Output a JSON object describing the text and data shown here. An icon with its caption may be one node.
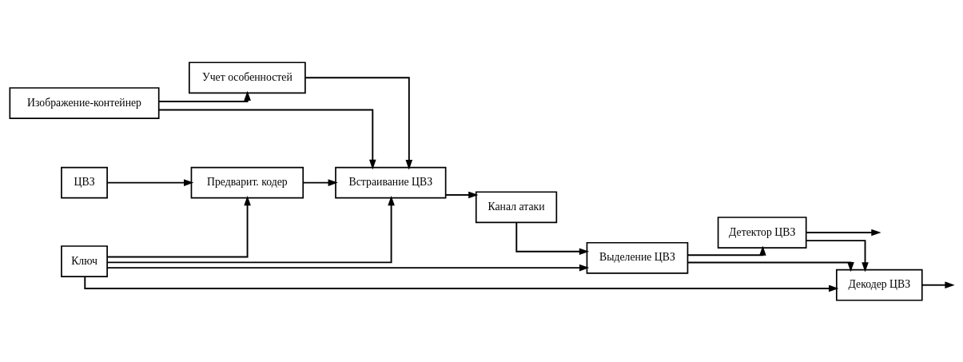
{
  "diagram": {
    "nodes": [
      {
        "text": [
          "Учет особенностей"
        ]
      },
      {
        "text": [
          "Изображение-контейнер"
        ]
      },
      {
        "text": [
          "ЦВЗ"
        ]
      },
      {
        "text": [
          "Предварит. кодер"
        ]
      },
      {
        "text": [
          "Встраивание ЦВЗ"
        ]
      },
      {
        "text": [
          "Канал атаки"
        ]
      },
      {
        "text": [
          "Выделение ЦВЗ"
        ]
      },
      {
        "text": [
          "Детектор ЦВЗ"
        ]
      },
      {
        "text": [
          "Декодер ЦВЗ"
        ]
      },
      {
        "text": [
          "Ключ"
        ]
      }
    ],
    "edges": [
      {
        "from": 1,
        "to": 0,
        "arrow": "to"
      },
      {
        "from": 1,
        "to": 4,
        "arrow": "to"
      },
      {
        "from": 0,
        "to": 4,
        "arrow": "to"
      },
      {
        "from": 2,
        "to": 3,
        "arrow": "to"
      },
      {
        "from": 3,
        "to": 4,
        "arrow": "to"
      },
      {
        "from": 4,
        "to": 5,
        "arrow": "to"
      },
      {
        "from": 5,
        "to": 6,
        "arrow": "to"
      },
      {
        "from": 6,
        "to": 7,
        "arrow": "to"
      },
      {
        "from": 7,
        "to": 8,
        "arrow": "to"
      },
      {
        "from": 6,
        "to": 8,
        "arrow": "to"
      },
      {
        "from": 7,
        "to": null,
        "arrow": "to"
      },
      {
        "from": 8,
        "to": null,
        "arrow": "to"
      },
      {
        "from": 9,
        "to": 3,
        "arrow": "to"
      },
      {
        "from": 9,
        "to": 4,
        "arrow": "to"
      },
      {
        "from": 9,
        "to": 6,
        "arrow": "to"
      },
      {
        "from": 9,
        "to": 8,
        "arrow": "to"
      }
    ]
  }
}
